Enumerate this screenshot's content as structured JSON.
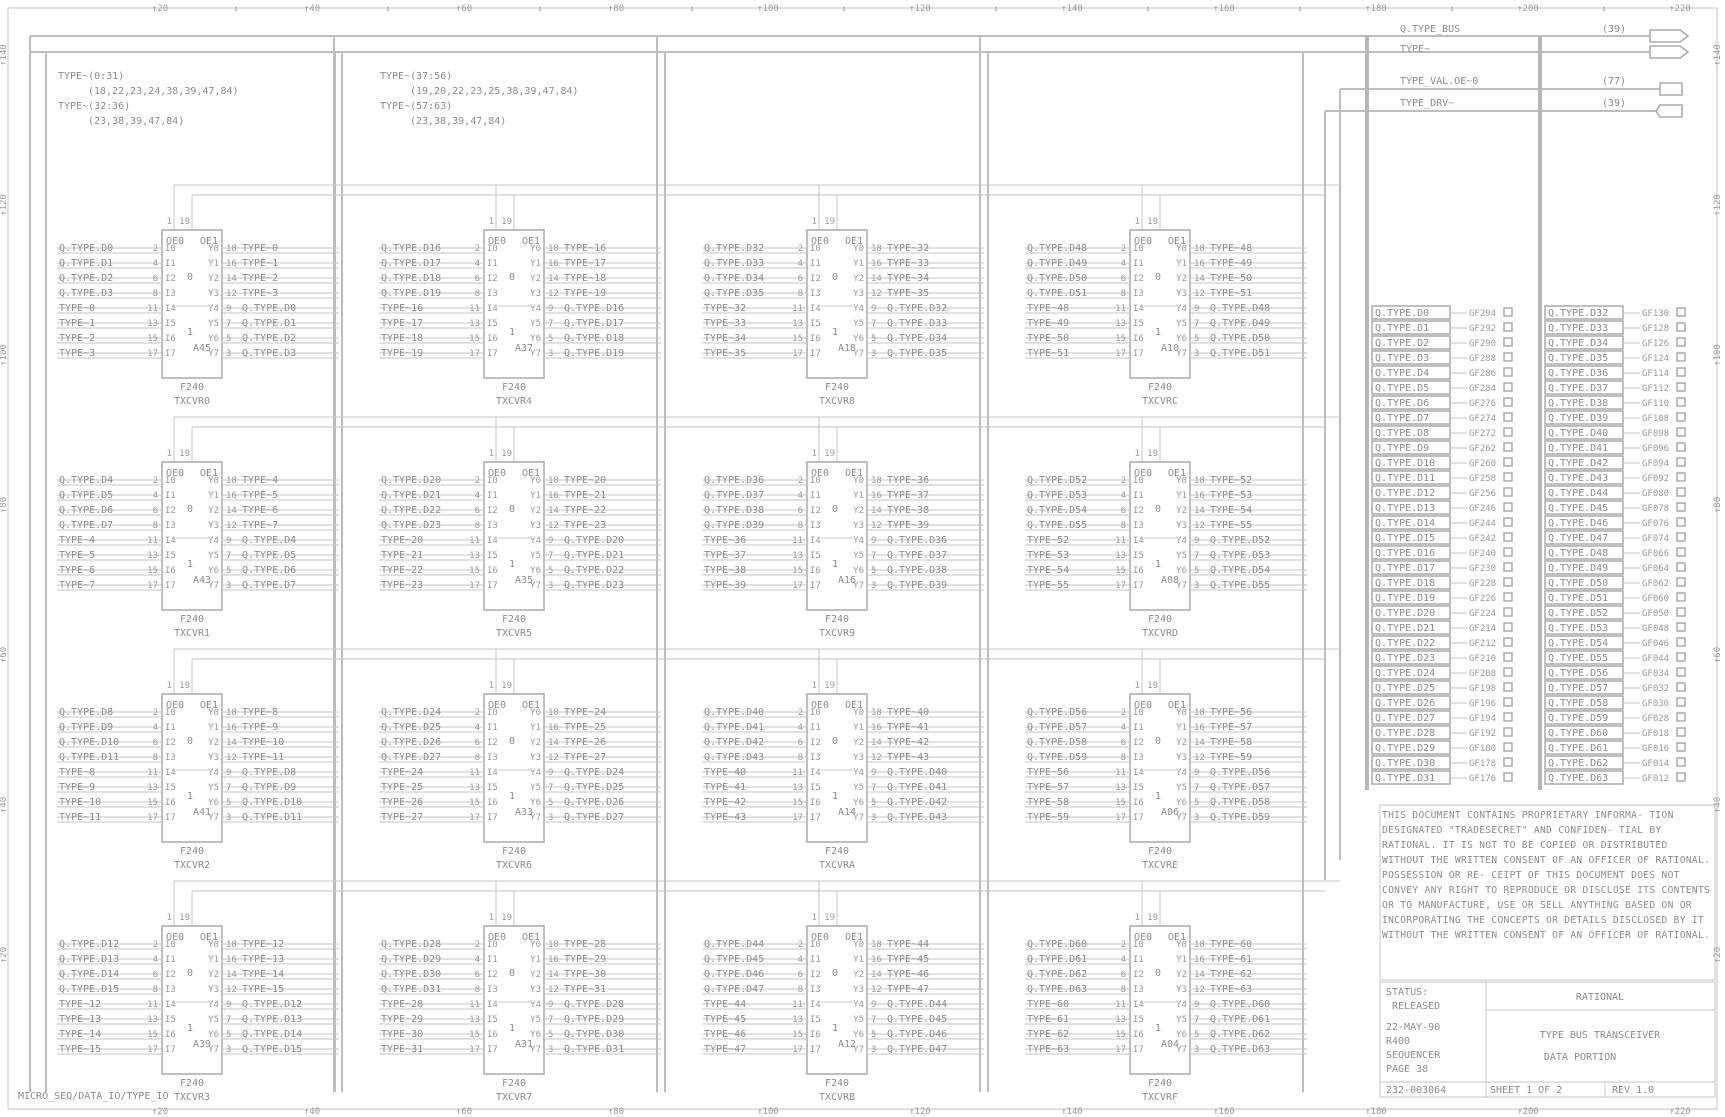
{
  "ruler": {
    "top": [
      "20",
      "40",
      "60",
      "80",
      "100",
      "120",
      "140",
      "160",
      "180",
      "200",
      "220"
    ],
    "bottom": [
      "20",
      "40",
      "60",
      "80",
      "100",
      "120",
      "140",
      "160",
      "180",
      "200",
      "220"
    ],
    "left": [
      "140",
      "120",
      "100",
      "80",
      "60",
      "40",
      "20"
    ],
    "right": [
      "140",
      "120",
      "100",
      "80",
      "60",
      "40",
      "20"
    ]
  },
  "signals": [
    {
      "name": "Q.TYPE_BUS",
      "count": "(39)"
    },
    {
      "name": "TYPE~",
      "count": ""
    },
    {
      "name": "TYPE_VAL.OE~0",
      "count": "(77)"
    },
    {
      "name": "TYPE_DRV~",
      "count": "(39)"
    }
  ],
  "notes": [
    {
      "l1": "TYPE~(0:31)",
      "l2": "(18,22,23,24,38,39,47,84)",
      "l3": "TYPE~(32:36)",
      "l4": "(23,38,39,47,84)"
    },
    {
      "l1": "TYPE~(37:56)",
      "l2": "(19,20,22,23,25,38,39,47,84)",
      "l3": "TYPE~(57:63)",
      "l4": "(23,38,39,47,84)"
    }
  ],
  "chip": {
    "part": "F240",
    "oe0": "OE0",
    "oe1": "OE1",
    "gate0": "0",
    "gate1": "1",
    "oe_pins": [
      "1",
      "19"
    ],
    "in_labels": [
      "I0",
      "I1",
      "I2",
      "I3",
      "I4",
      "I5",
      "I6",
      "I7"
    ],
    "out_labels": [
      "Y0",
      "Y1",
      "Y2",
      "Y3",
      "Y4",
      "Y5",
      "Y6",
      "Y7"
    ],
    "left_pins": [
      "2",
      "4",
      "6",
      "8",
      "11",
      "13",
      "15",
      "17"
    ],
    "right_pins": [
      "18",
      "16",
      "14",
      "12",
      "9",
      "7",
      "5",
      "3"
    ]
  },
  "transceivers": [
    {
      "name": "TXCVR0",
      "ref": "A45",
      "col": 0,
      "row": 0,
      "dbase": 0,
      "tbase": 0
    },
    {
      "name": "TXCVR1",
      "ref": "A43",
      "col": 0,
      "row": 1,
      "dbase": 4,
      "tbase": 4
    },
    {
      "name": "TXCVR2",
      "ref": "A41",
      "col": 0,
      "row": 2,
      "dbase": 8,
      "tbase": 8
    },
    {
      "name": "TXCVR3",
      "ref": "A39",
      "col": 0,
      "row": 3,
      "dbase": 12,
      "tbase": 12
    },
    {
      "name": "TXCVR4",
      "ref": "A37",
      "col": 1,
      "row": 0,
      "dbase": 16,
      "tbase": 16
    },
    {
      "name": "TXCVR5",
      "ref": "A35",
      "col": 1,
      "row": 1,
      "dbase": 20,
      "tbase": 20
    },
    {
      "name": "TXCVR6",
      "ref": "A33",
      "col": 1,
      "row": 2,
      "dbase": 24,
      "tbase": 24
    },
    {
      "name": "TXCVR7",
      "ref": "A31",
      "col": 1,
      "row": 3,
      "dbase": 28,
      "tbase": 28
    },
    {
      "name": "TXCVR8",
      "ref": "A18",
      "col": 2,
      "row": 0,
      "dbase": 32,
      "tbase": 32
    },
    {
      "name": "TXCVR9",
      "ref": "A16",
      "col": 2,
      "row": 1,
      "dbase": 36,
      "tbase": 36
    },
    {
      "name": "TXCVRA",
      "ref": "A14",
      "col": 2,
      "row": 2,
      "dbase": 40,
      "tbase": 40
    },
    {
      "name": "TXCVRB",
      "ref": "A12",
      "col": 2,
      "row": 3,
      "dbase": 44,
      "tbase": 44
    },
    {
      "name": "TXCVRC",
      "ref": "A10",
      "col": 3,
      "row": 0,
      "dbase": 48,
      "tbase": 48
    },
    {
      "name": "TXCVRD",
      "ref": "A08",
      "col": 3,
      "row": 1,
      "dbase": 52,
      "tbase": 52
    },
    {
      "name": "TXCVRE",
      "ref": "A06",
      "col": 3,
      "row": 2,
      "dbase": 56,
      "tbase": 56
    },
    {
      "name": "TXCVRF",
      "ref": "A04",
      "col": 3,
      "row": 3,
      "dbase": 60,
      "tbase": 60
    }
  ],
  "connector_left": {
    "labels": [
      "Q.TYPE.D0",
      "Q.TYPE.D1",
      "Q.TYPE.D2",
      "Q.TYPE.D3",
      "Q.TYPE.D4",
      "Q.TYPE.D5",
      "Q.TYPE.D6",
      "Q.TYPE.D7",
      "Q.TYPE.D8",
      "Q.TYPE.D9",
      "Q.TYPE.D10",
      "Q.TYPE.D11",
      "Q.TYPE.D12",
      "Q.TYPE.D13",
      "Q.TYPE.D14",
      "Q.TYPE.D15",
      "Q.TYPE.D16",
      "Q.TYPE.D17",
      "Q.TYPE.D18",
      "Q.TYPE.D19",
      "Q.TYPE.D20",
      "Q.TYPE.D21",
      "Q.TYPE.D22",
      "Q.TYPE.D23",
      "Q.TYPE.D24",
      "Q.TYPE.D25",
      "Q.TYPE.D26",
      "Q.TYPE.D27",
      "Q.TYPE.D28",
      "Q.TYPE.D29",
      "Q.TYPE.D30",
      "Q.TYPE.D31"
    ],
    "pins": [
      "GF294",
      "GF292",
      "GF290",
      "GF288",
      "GF286",
      "GF284",
      "GF276",
      "GF274",
      "GF272",
      "GF262",
      "GF260",
      "GF258",
      "GF256",
      "GF246",
      "GF244",
      "GF242",
      "GF240",
      "GF230",
      "GF228",
      "GF226",
      "GF224",
      "GF214",
      "GF212",
      "GF210",
      "GF208",
      "GF198",
      "GF196",
      "GF194",
      "GF192",
      "GF180",
      "GF178",
      "GF176"
    ]
  },
  "connector_right": {
    "labels": [
      "Q.TYPE.D32",
      "Q.TYPE.D33",
      "Q.TYPE.D34",
      "Q.TYPE.D35",
      "Q.TYPE.D36",
      "Q.TYPE.D37",
      "Q.TYPE.D38",
      "Q.TYPE.D39",
      "Q.TYPE.D40",
      "Q.TYPE.D41",
      "Q.TYPE.D42",
      "Q.TYPE.D43",
      "Q.TYPE.D44",
      "Q.TYPE.D45",
      "Q.TYPE.D46",
      "Q.TYPE.D47",
      "Q.TYPE.D48",
      "Q.TYPE.D49",
      "Q.TYPE.D50",
      "Q.TYPE.D51",
      "Q.TYPE.D52",
      "Q.TYPE.D53",
      "Q.TYPE.D54",
      "Q.TYPE.D55",
      "Q.TYPE.D56",
      "Q.TYPE.D57",
      "Q.TYPE.D58",
      "Q.TYPE.D59",
      "Q.TYPE.D60",
      "Q.TYPE.D61",
      "Q.TYPE.D62",
      "Q.TYPE.D63"
    ],
    "pins": [
      "GF130",
      "GF128",
      "GF126",
      "GF124",
      "GF114",
      "GF112",
      "GF110",
      "GF108",
      "GF098",
      "GF096",
      "GF094",
      "GF092",
      "GF080",
      "GF078",
      "GF076",
      "GF074",
      "GF066",
      "GF064",
      "GF062",
      "GF060",
      "GF050",
      "GF048",
      "GF046",
      "GF044",
      "GF034",
      "GF032",
      "GF030",
      "GF028",
      "GF018",
      "GF016",
      "GF014",
      "GF012"
    ]
  },
  "notice": "THIS DOCUMENT CONTAINS PROPRIETARY INFORMA- TION DESIGNATED \"TRADESECRET\" AND CONFIDEN- TIAL BY RATIONAL. IT IS NOT TO BE COPIED OR DISTRIBUTED WITHOUT THE WRITTEN CONSENT OF AN OFFICER OF RATIONAL. POSSESSION OR RE- CEIPT OF THIS DOCUMENT DOES NOT CONVEY ANY RIGHT TO REPRODUCE OR DISCLOSE ITS CONTENTS OR TO MANUFACTURE, USE OR SELL ANYTHING BASED ON OR INCORPORATING THE CONCEPTS OR DETAILS DISCLOSED BY IT WITHOUT THE WRITTEN CONSENT OF AN OFFICER OF RATIONAL.",
  "title_block": {
    "status_label": "STATUS:",
    "status": "RELEASED",
    "date": "22-MAY-90",
    "model": "R400",
    "board": "SEQUENCER",
    "page": "PAGE  38",
    "doc": "232-003064",
    "company": "RATIONAL",
    "title1": "TYPE BUS TRANSCEIVER",
    "title2": "DATA PORTION",
    "sheet": "SHEET  1  OF  2",
    "rev": "REV  1.0"
  },
  "path": "MICRO_SEQ/DATA_IO/TYPE_IO"
}
